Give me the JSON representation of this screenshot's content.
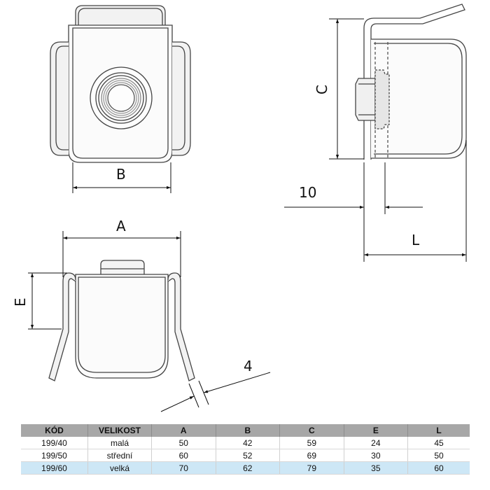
{
  "dimensions": {
    "B": "B",
    "C": "C",
    "ten": "10",
    "L": "L",
    "A": "A",
    "E": "E",
    "four": "4"
  },
  "table": {
    "headers": [
      "KÓD",
      "VELIKOST",
      "A",
      "B",
      "C",
      "E",
      "L"
    ],
    "rows": [
      [
        "199/40",
        "malá",
        "50",
        "42",
        "59",
        "24",
        "45"
      ],
      [
        "199/50",
        "střední",
        "60",
        "52",
        "69",
        "30",
        "50"
      ],
      [
        "199/60",
        "velká",
        "70",
        "62",
        "79",
        "35",
        "60"
      ]
    ],
    "highlight_row": 2,
    "colors": {
      "header_bg": "#a7a7a7",
      "highlight_bg": "#cde7f6"
    }
  }
}
